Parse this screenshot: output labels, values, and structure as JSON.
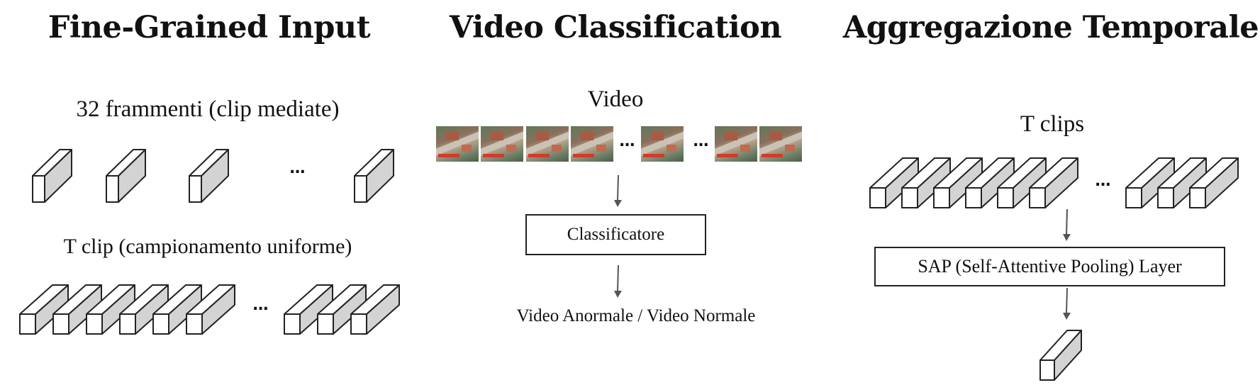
{
  "panels": {
    "fine_grained": {
      "title": "Fine-Grained Input",
      "row1_label": "32 frammenti (clip mediate)",
      "row2_label": "T clip (campionamento uniforme)",
      "ellipsis": "..."
    },
    "video_classification": {
      "title": "Video Classification",
      "video_label": "Video",
      "classifier_label": "Classificatore",
      "output_label": "Video Anormale / Video Normale",
      "ellipsis": "..."
    },
    "temporal_aggregation": {
      "title": "Aggregazione Temporale",
      "clips_label": "T clips",
      "layer_label": "SAP (Self-Attentive Pooling) Layer",
      "ellipsis": "..."
    }
  },
  "colors": {
    "block_side": "#d3d3d3",
    "stroke": "#222222",
    "arrow": "#555555"
  },
  "icons": [
    "clip-block-icon",
    "video-frame-thumbnail",
    "down-arrow-icon"
  ]
}
